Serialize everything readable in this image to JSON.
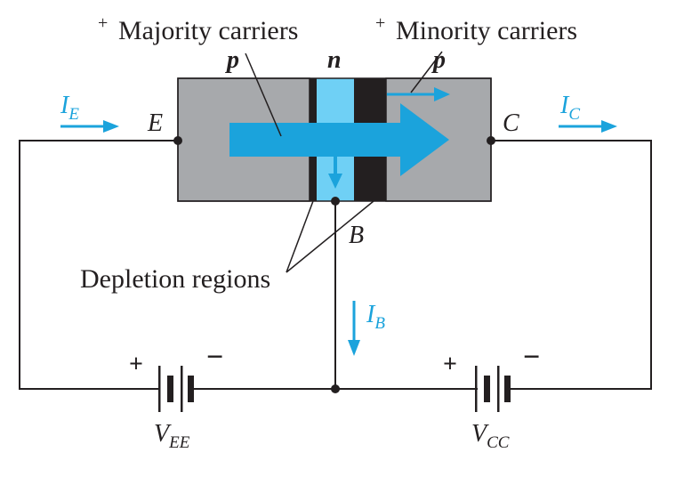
{
  "labels": {
    "majority": "Majority carriers",
    "minority": "Minority carriers",
    "plus_majority": "+",
    "plus_minority": "+",
    "region_p_left": "p",
    "region_n": "n",
    "region_p_right": "p",
    "emitter": "E",
    "collector": "C",
    "base": "B",
    "depletion": "Depletion regions",
    "plus_vee": "+",
    "minus_vee": "−",
    "plus_vcc": "+",
    "minus_vcc": "−"
  },
  "currents": {
    "ie": {
      "main": "I",
      "sub": "E"
    },
    "ic": {
      "main": "I",
      "sub": "C"
    },
    "ib": {
      "main": "I",
      "sub": "B"
    }
  },
  "sources": {
    "vee": {
      "main": "V",
      "sub": "EE"
    },
    "vcc": {
      "main": "V",
      "sub": "CC"
    }
  },
  "colors": {
    "accent_blue": "#1ba3dc",
    "base_light_blue": "#6fd0f5",
    "semiconductor_gray": "#a7a9ac",
    "depletion_black": "#231f20",
    "wire": "#231f20"
  }
}
